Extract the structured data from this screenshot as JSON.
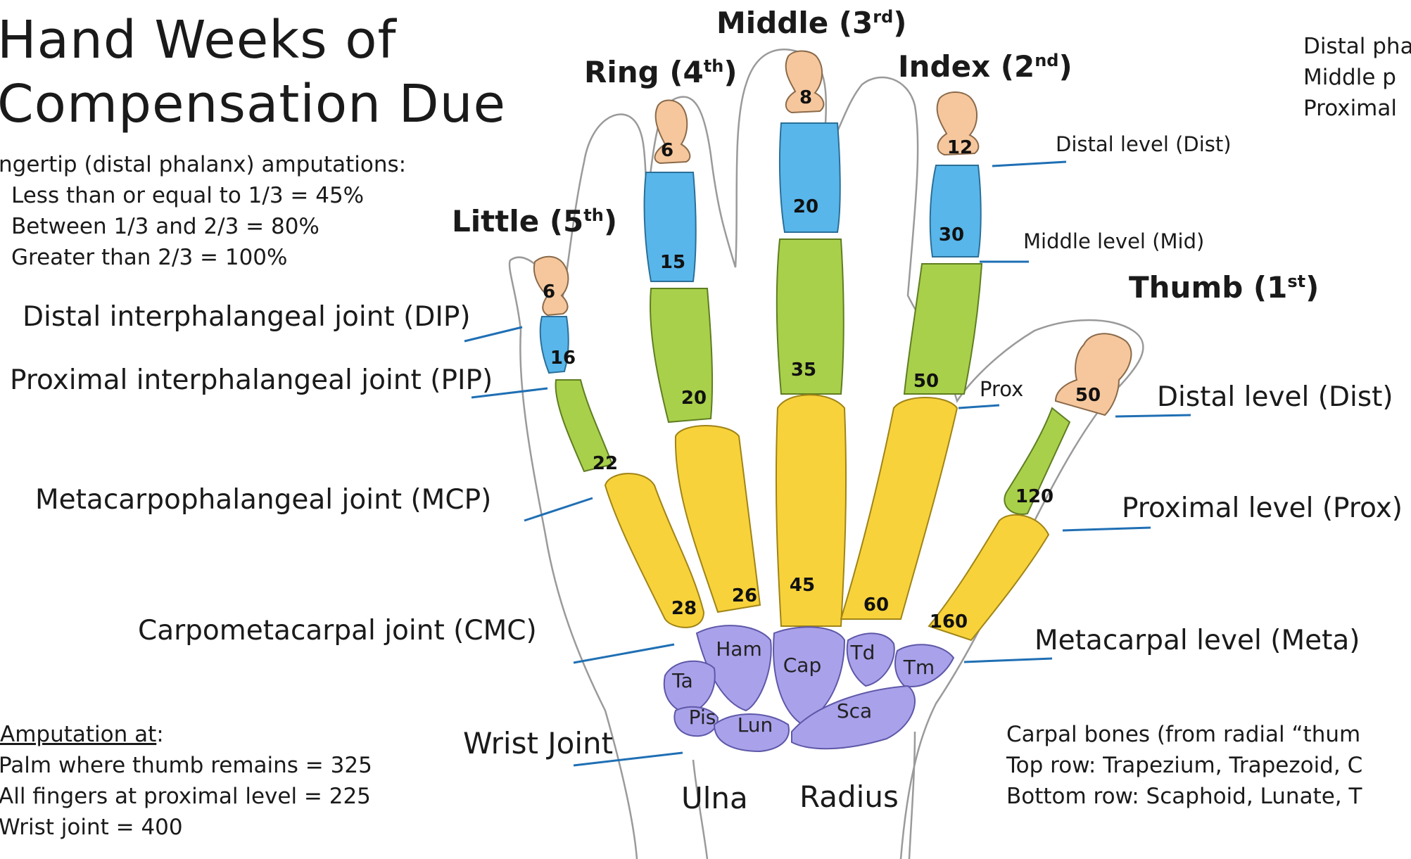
{
  "title": {
    "line1": "Hand Weeks of",
    "line2": "Compensation Due"
  },
  "fingertip": {
    "heading": "ngertip (distal phalanx) amputations:",
    "items": [
      "Less than or equal to 1/3 = 45%",
      "Between 1/3 and 2/3 = 80%",
      "Greater than 2/3 = 100%"
    ]
  },
  "joints_left": {
    "dip": "Distal interphalangeal joint (DIP)",
    "pip": "Proximal interphalangeal joint (PIP)",
    "mcp": "Metacarpophalangeal joint (MCP)",
    "cmc": "Carpometacarpal joint (CMC)",
    "wrist": "Wrist Joint"
  },
  "amputation": {
    "heading": "Amputation at",
    "colon": ":",
    "items": [
      "Palm where thumb remains = 325",
      "All fingers at proximal level = 225",
      "Wrist joint = 400"
    ]
  },
  "fingers": {
    "little": {
      "name": "Little (5",
      "sup": "th",
      "end": ")"
    },
    "ring": {
      "name": "Ring (4",
      "sup": "th",
      "end": ")"
    },
    "middle": {
      "name": "Middle (3",
      "sup": "rd",
      "end": ")"
    },
    "index": {
      "name": "Index (2",
      "sup": "nd",
      "end": ")"
    },
    "thumb": {
      "name": "Thumb (1",
      "sup": "st",
      "end": ")"
    }
  },
  "levels_right": {
    "index_dist": "Distal level (Dist)",
    "index_mid": "Middle level (Mid)",
    "index_prox": "Prox",
    "thumb_dist": "Distal level (Dist)",
    "thumb_prox": "Proximal level (Prox)",
    "meta": "Metacarpal level (Meta)"
  },
  "top_right_partial": [
    "Distal pha",
    "Middle p",
    "Proximal"
  ],
  "carpal_note": [
    "Carpal bones (from radial “thum",
    "Top row: Trapezium, Trapezoid, C",
    "Bottom row: Scaphoid, Lunate, T"
  ],
  "forearm": {
    "ulna": "Ulna",
    "radius": "Radius"
  },
  "values": {
    "little": {
      "dist": "6",
      "mid": "16",
      "prox": "22",
      "meta": "28"
    },
    "ring": {
      "dist": "6",
      "mid": "15",
      "prox": "20",
      "meta": "26"
    },
    "middle": {
      "dist": "8",
      "mid": "20",
      "prox": "35",
      "meta": "45"
    },
    "index": {
      "dist": "12",
      "mid": "30",
      "prox": "50",
      "meta": "60"
    },
    "thumb": {
      "dist": "50",
      "prox": "120",
      "meta": "160"
    }
  },
  "carpals": {
    "ham": "Ham",
    "cap": "Cap",
    "td": "Td",
    "tm": "Tm",
    "ta": "Ta",
    "pis": "Pis",
    "lun": "Lun",
    "sca": "Sca"
  },
  "colors": {
    "distal": "#f6c79d",
    "middle": "#58b6ea",
    "proximal": "#a8d04a",
    "metacarpal": "#f7d23a",
    "carpal": "#a9a1ea",
    "leader": "#1f6fb4"
  }
}
